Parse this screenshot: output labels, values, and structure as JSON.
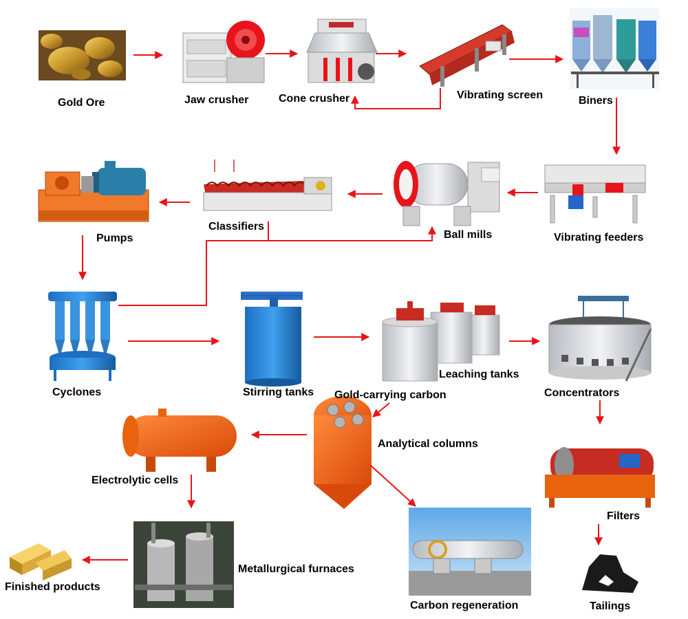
{
  "nodes": {
    "gold_ore": "Gold Ore",
    "jaw_crusher": "Jaw crusher",
    "cone_crusher": "Cone crusher",
    "vibrating_screen": "Vibrating screen",
    "biners": "Biners",
    "vibrating_feeders": "Vibrating feeders",
    "ball_mills": "Ball mills",
    "classifiers": "Classifiers",
    "pumps": "Pumps",
    "cyclones": "Cyclones",
    "stirring_tanks": "Stirring tanks",
    "leaching_tanks": "Leaching tanks",
    "concentrators": "Concentrators",
    "gold_carrying_carbon": "Gold-carrying carbon",
    "analytical_columns": "Analytical columns",
    "electrolytic_cells": "Electrolytic cells",
    "metallurgical_furnaces": "Metallurgical furnaces",
    "finished_products": "Finished products",
    "carbon_regeneration": "Carbon regeneration",
    "filters": "Filters",
    "tailings": "Tailings"
  },
  "colors": {
    "arrow": "#e8141b",
    "label": "#000000"
  }
}
